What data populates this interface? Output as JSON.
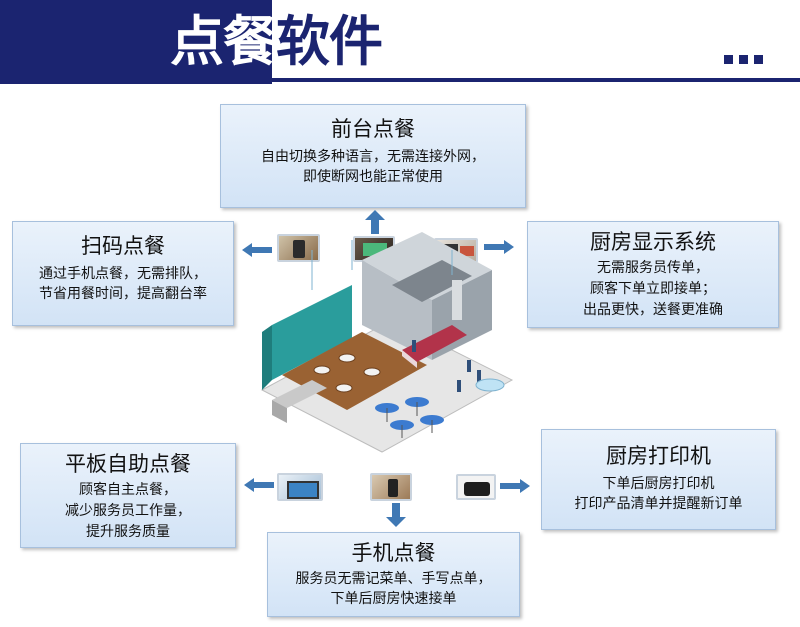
{
  "header": {
    "title_white": "点餐",
    "title_navy": "软件"
  },
  "cards": {
    "front_desk": {
      "title": "前台点餐",
      "line1": "自由切换多种语言，无需连接外网，",
      "line2": "即使断网也能正常使用"
    },
    "scan_code": {
      "title": "扫码点餐",
      "line1": "通过手机点餐，无需排队，",
      "line2": "节省用餐时间，提高翻台率"
    },
    "kitchen_display": {
      "title": "厨房显示系统",
      "line1": "无需服务员传单，",
      "line2": "顾客下单立即接单；",
      "line3": "出品更快，送餐更准确"
    },
    "tablet": {
      "title": "平板自助点餐",
      "line1": "顾客自主点餐，",
      "line2": "减少服务员工作量，",
      "line3": "提升服务质量"
    },
    "kitchen_printer": {
      "title": "厨房打印机",
      "line1": "下单后厨房打印机",
      "line2": "打印产品清单并提醒新订单"
    },
    "mobile": {
      "title": "手机点餐",
      "line1": "服务员无需记菜单、手写点单，",
      "line2": "下单后厨房快速接单"
    }
  },
  "colors": {
    "navy": "#1b2470",
    "arrow_blue": "#3f78b4",
    "card_border": "#a7c0dd"
  }
}
